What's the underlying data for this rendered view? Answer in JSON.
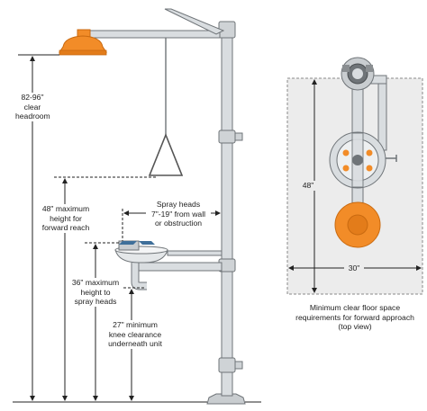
{
  "labels": {
    "headroom": [
      "82-96\"",
      "clear",
      "headroom"
    ],
    "forward_reach": [
      "48\" maximum",
      "height for",
      "forward reach"
    ],
    "spray_height": [
      "36\" maximum",
      "height to",
      "spray heads"
    ],
    "knee_clearance": [
      "27\" minimum",
      "knee clearance",
      "underneath unit"
    ],
    "spray_heads": [
      "Spray heads",
      "7\"-19\" from wall",
      "or obstruction"
    ],
    "depth_dim": "48\"",
    "width_dim": "30\"",
    "floor_space": [
      "Minimum clear floor space",
      "requirements for forward approach",
      "(top view)"
    ]
  },
  "colors": {
    "pipe": "#d9dde0",
    "pipe_stroke": "#6f7478",
    "orange": "#f28c28",
    "orange_dark": "#c96a10",
    "floor_zone": "#ececec",
    "dim_line": "#222222"
  }
}
